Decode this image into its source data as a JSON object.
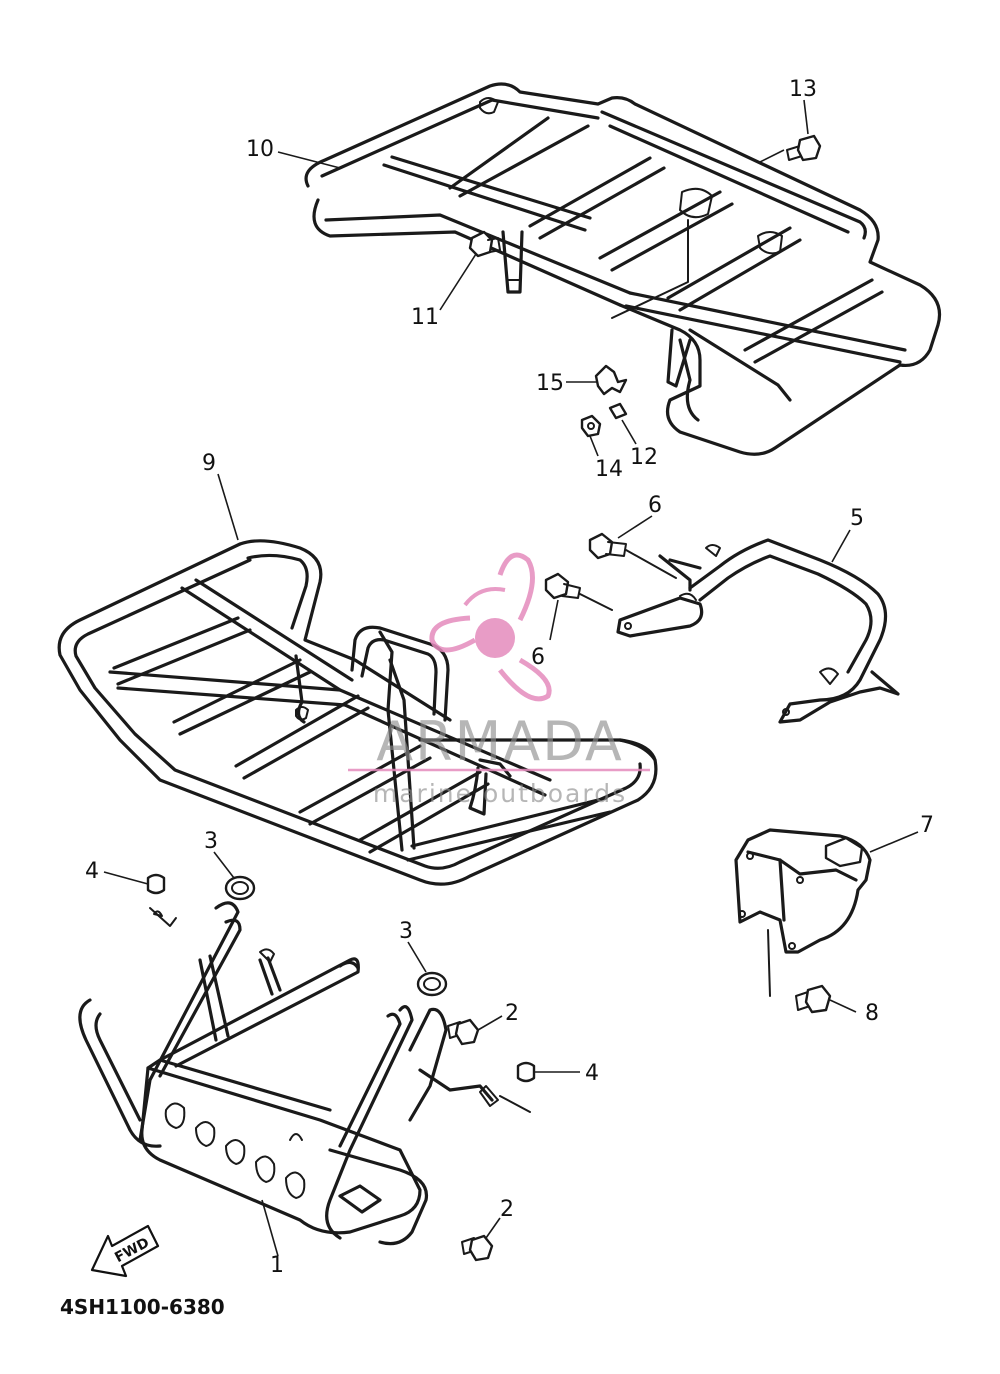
{
  "diagram": {
    "callouts": [
      {
        "number": "1"
      },
      {
        "number": "2"
      },
      {
        "number": "2"
      },
      {
        "number": "3"
      },
      {
        "number": "3"
      },
      {
        "number": "4"
      },
      {
        "number": "4"
      },
      {
        "number": "5"
      },
      {
        "number": "6"
      },
      {
        "number": "6"
      },
      {
        "number": "7"
      },
      {
        "number": "8"
      },
      {
        "number": "9"
      },
      {
        "number": "10"
      },
      {
        "number": "11"
      },
      {
        "number": "12"
      },
      {
        "number": "13"
      },
      {
        "number": "14"
      },
      {
        "number": "15"
      }
    ],
    "fwd_label": "FWD",
    "drawing_code": "4SH1100-6380"
  },
  "watermark": {
    "brand": "ARMADA",
    "tagline": "marine outboards",
    "logo_color": "#e48bbd"
  }
}
